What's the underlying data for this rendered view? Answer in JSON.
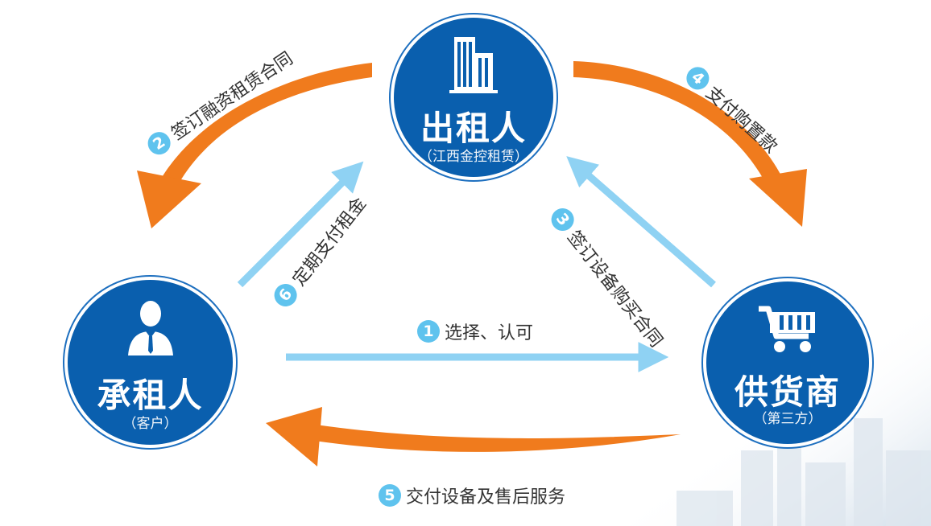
{
  "nodes": {
    "lessor": {
      "title": "出租人",
      "sub": "（江西金控租赁）"
    },
    "lessee": {
      "title": "承租人",
      "sub": "（客户）"
    },
    "supplier": {
      "title": "供货商",
      "sub": "（第三方）"
    }
  },
  "steps": [
    {
      "num": "1",
      "label": "选择、认可"
    },
    {
      "num": "2",
      "label": "签订融资租赁合同"
    },
    {
      "num": "3",
      "label": "签订设备购买合同"
    },
    {
      "num": "4",
      "label": "支付购置款"
    },
    {
      "num": "5",
      "label": "交付设备及售后服务"
    },
    {
      "num": "6",
      "label": "定期支付租金"
    }
  ],
  "colors": {
    "node_fill": "#0a5fae",
    "orange_arrow": "#f07b1d",
    "blue_arrow": "#8fd2f3",
    "step_badge": "#5fc3ee"
  },
  "icons": {
    "lessor": "office-building-icon",
    "lessee": "person-suit-icon",
    "supplier": "shopping-cart-icon"
  }
}
